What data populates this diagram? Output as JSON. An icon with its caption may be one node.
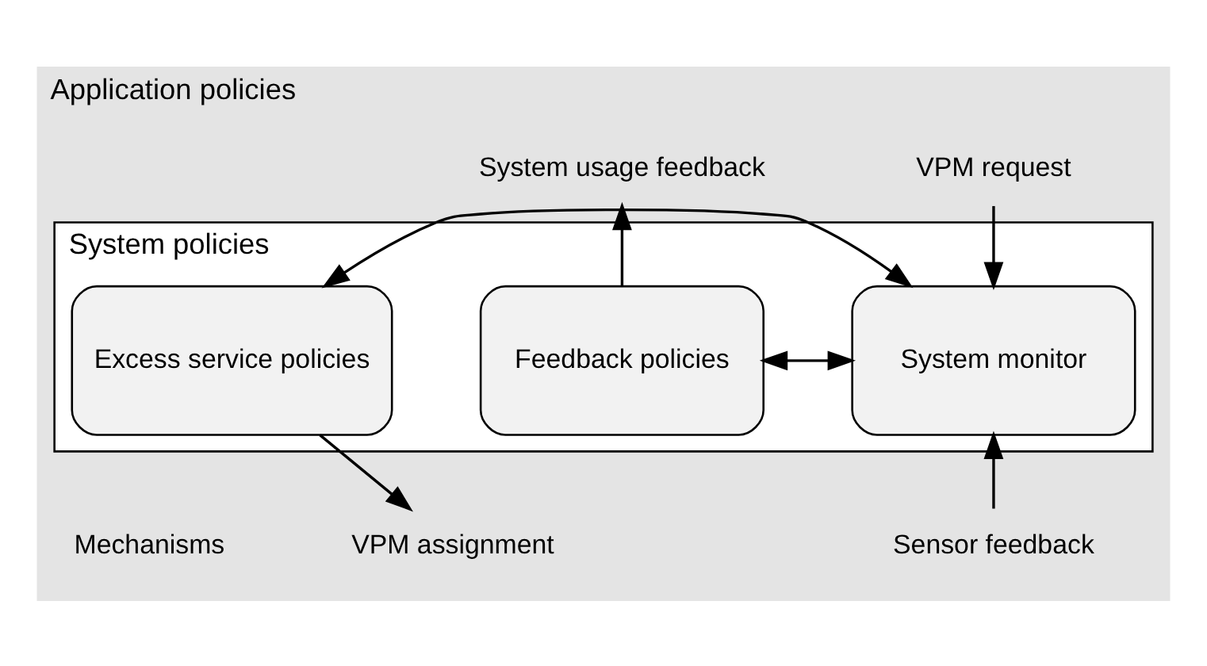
{
  "diagram": {
    "nodes": [
      {
        "text": [
          "Application policies"
        ]
      },
      {
        "text": [
          "System policies"
        ],
        "in": 0
      },
      {
        "text": [
          "Excess service policies"
        ],
        "in": 1
      },
      {
        "text": [
          "System monitor"
        ],
        "in": 1
      },
      {
        "text": [
          "Feedback policies"
        ],
        "in": 1
      },
      {
        "text": [
          "VPM request"
        ],
        "in": 0
      },
      {
        "text": [
          "System usage feedback"
        ],
        "in": 0
      },
      {
        "text": [
          "VPM assignment"
        ],
        "in": 0
      },
      {
        "text": [
          "Sensor feedback"
        ],
        "in": 0
      }
    ],
    "edges": [
      {
        "from": 2,
        "to": 3,
        "arrow": "both"
      },
      {
        "from": 3,
        "to": 4,
        "arrow": "both"
      },
      {
        "from": 5,
        "to": 3,
        "arrow": "to"
      },
      {
        "from": 4,
        "to": 6,
        "arrow": "to"
      },
      {
        "from": 2,
        "to": 7,
        "arrow": "to"
      },
      {
        "from": 8,
        "to": 3,
        "arrow": "to"
      }
    ],
    "labels": [
      "Mechanisms"
    ]
  }
}
